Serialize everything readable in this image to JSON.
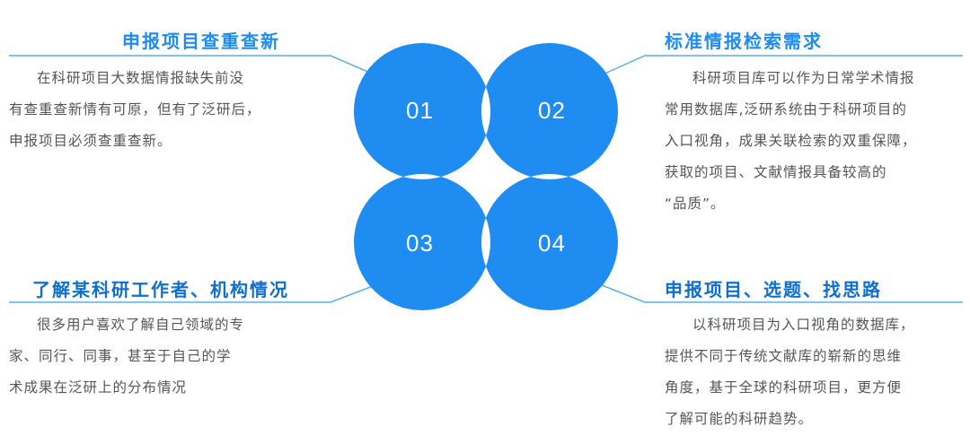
{
  "colors": {
    "accent": "#1e8cf0",
    "line": "#58aef2",
    "text": "#555555"
  },
  "petals": [
    {
      "id": "01",
      "label": "01"
    },
    {
      "id": "02",
      "label": "02"
    },
    {
      "id": "03",
      "label": "03"
    },
    {
      "id": "04",
      "label": "04"
    }
  ],
  "sections": {
    "top_left": {
      "title": "申报项目查重查新",
      "lines": [
        "在科研项目大数据情报缺失前没",
        "有查重查新情有可原，但有了泛研后，",
        "申报项目必须查重查新。"
      ]
    },
    "top_right": {
      "title": "标准情报检索需求",
      "lines": [
        "科研项目库可以作为日常学术情报",
        "常用数据库,泛研系统由于科研项目的",
        "入口视角，成果关联检索的双重保障，",
        "获取的项目、文献情报具备较高的",
        "“品质”。"
      ]
    },
    "bottom_left": {
      "title": "了解某科研工作者、机构情况",
      "lines": [
        "很多用户喜欢了解自己领域的专",
        "家、同行、同事，甚至于自己的学",
        "术成果在泛研上的分布情况"
      ]
    },
    "bottom_right": {
      "title": "申报项目、选题、找思路",
      "lines": [
        "以科研项目为入口视角的数据库，",
        "提供不同于传统文献库的崭新的思维",
        "角度，基于全球的科研项目，更方便",
        "了解可能的科研趋势。"
      ]
    }
  }
}
